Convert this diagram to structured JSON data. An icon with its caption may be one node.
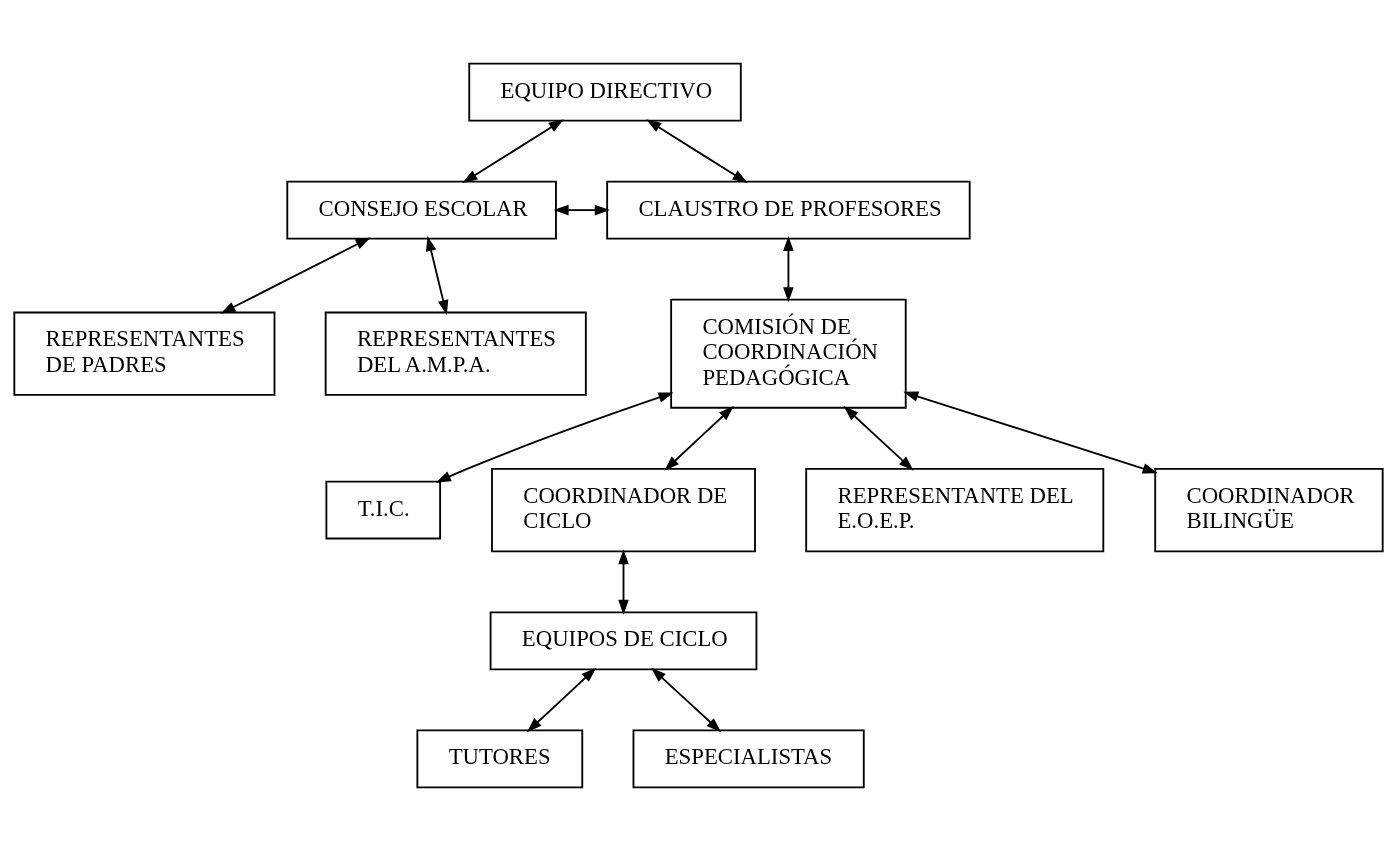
{
  "diagram": {
    "nodes": [
      {
        "text": [
          "EQUIPO DIRECTIVO"
        ]
      },
      {
        "text": [
          "CONSEJO ESCOLAR"
        ]
      },
      {
        "text": [
          "CLAUSTRO DE PROFESORES"
        ]
      },
      {
        "text": [
          "REPRESENTANTES DE PADRES"
        ]
      },
      {
        "text": [
          "REPRESENTANTES DEL A.M.P.A."
        ]
      },
      {
        "text": [
          "COMISIÓN DE COORDINACIÓN PEDAGÓGICA"
        ]
      },
      {
        "text": [
          "T.I.C."
        ]
      },
      {
        "text": [
          "COORDINADOR DE CICLO"
        ]
      },
      {
        "text": [
          "REPRESENTANTE DEL E.O.E.P."
        ]
      },
      {
        "text": [
          "COORDINADOR BILINGÜE"
        ]
      },
      {
        "text": [
          "EQUIPOS DE CICLO"
        ]
      },
      {
        "text": [
          "TUTORES"
        ]
      },
      {
        "text": [
          "ESPECIALISTAS"
        ]
      }
    ],
    "edges": [
      {
        "from": 0,
        "to": 1,
        "arrow": "both"
      },
      {
        "from": 0,
        "to": 2,
        "arrow": "both"
      },
      {
        "from": 1,
        "to": 2,
        "arrow": "both"
      },
      {
        "from": 1,
        "to": 3,
        "arrow": "both"
      },
      {
        "from": 1,
        "to": 4,
        "arrow": "both"
      },
      {
        "from": 2,
        "to": 5,
        "arrow": "both"
      },
      {
        "from": 5,
        "to": 6,
        "arrow": "both"
      },
      {
        "from": 5,
        "to": 7,
        "arrow": "both"
      },
      {
        "from": 5,
        "to": 8,
        "arrow": "both"
      },
      {
        "from": 5,
        "to": 9,
        "arrow": "both"
      },
      {
        "from": 7,
        "to": 10,
        "arrow": "both"
      },
      {
        "from": 10,
        "to": 11,
        "arrow": "both"
      },
      {
        "from": 10,
        "to": 12,
        "arrow": "both"
      }
    ]
  }
}
